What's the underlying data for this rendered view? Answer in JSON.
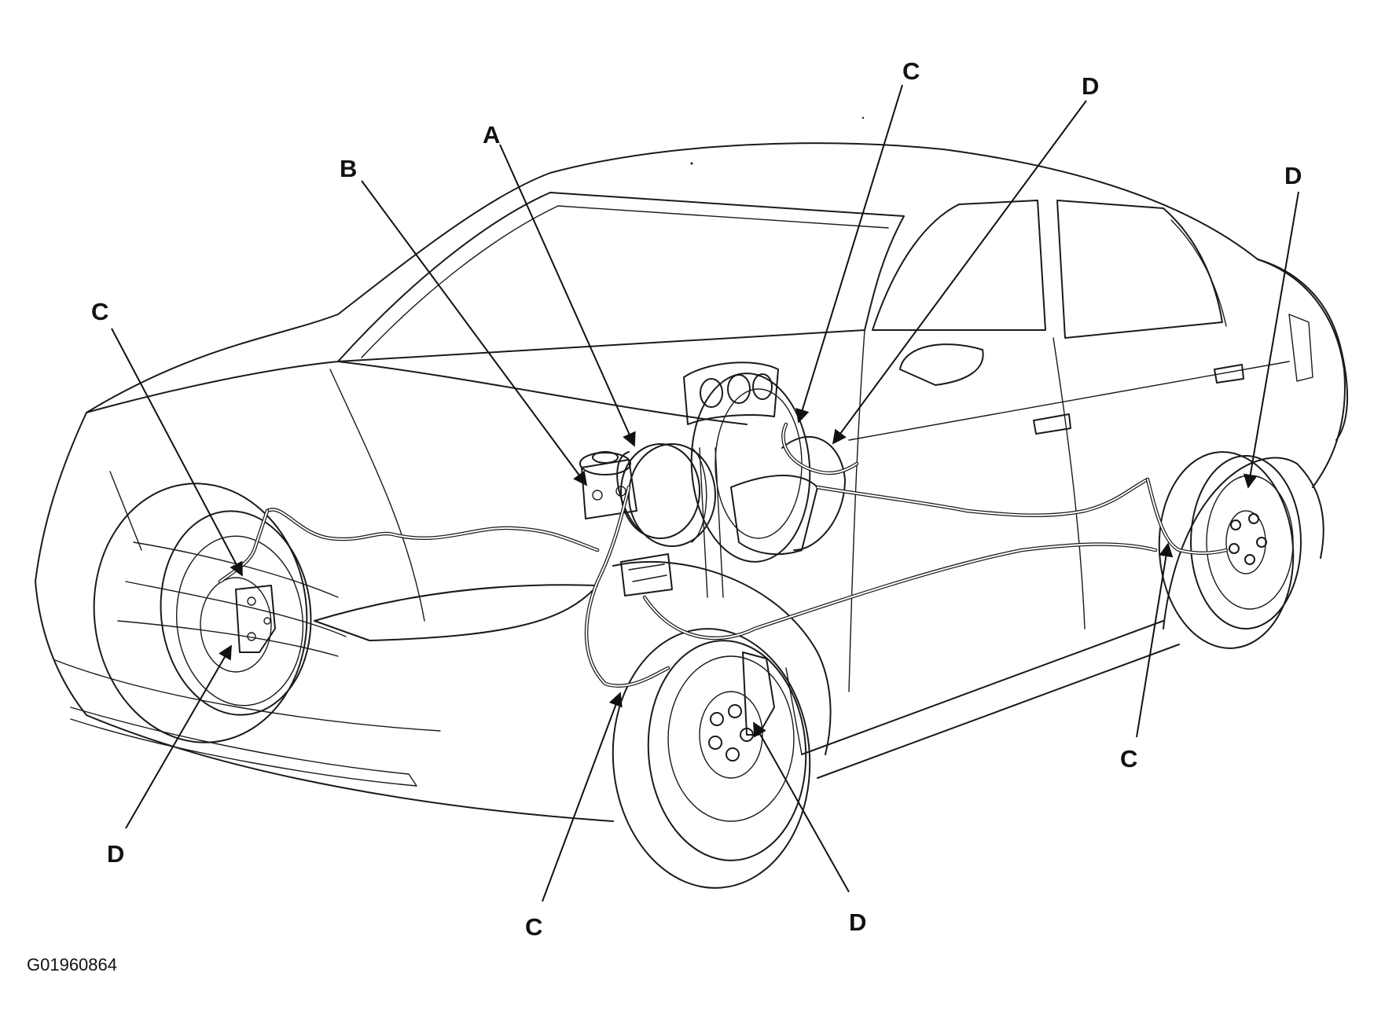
{
  "figure": {
    "id_label": "G01960864"
  },
  "callouts": [
    {
      "key": "A",
      "text": "A"
    },
    {
      "key": "B",
      "text": "B"
    },
    {
      "key": "C",
      "text": "C"
    },
    {
      "key": "D",
      "text": "D"
    }
  ],
  "colors": {
    "line": "#1a1a1a",
    "background": "#ffffff"
  }
}
